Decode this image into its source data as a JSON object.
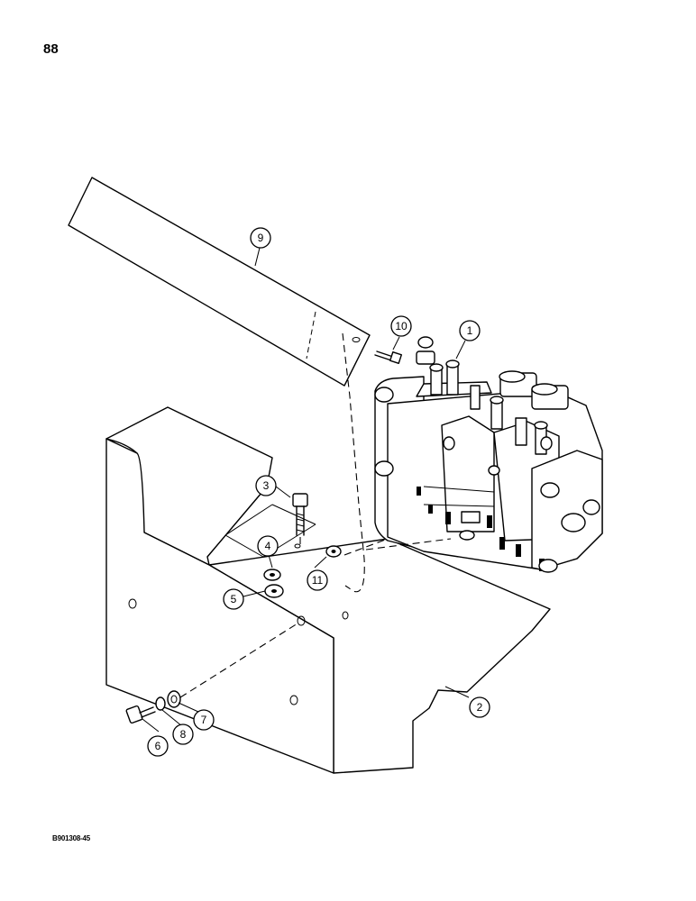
{
  "page": {
    "number": "88",
    "figure_code": "B901308-45"
  },
  "callouts": {
    "c1": "1",
    "c2": "2",
    "c3": "3",
    "c4": "4",
    "c5": "5",
    "c6": "6",
    "c7": "7",
    "c8": "8",
    "c9": "9",
    "c10": "10",
    "c11": "11"
  }
}
